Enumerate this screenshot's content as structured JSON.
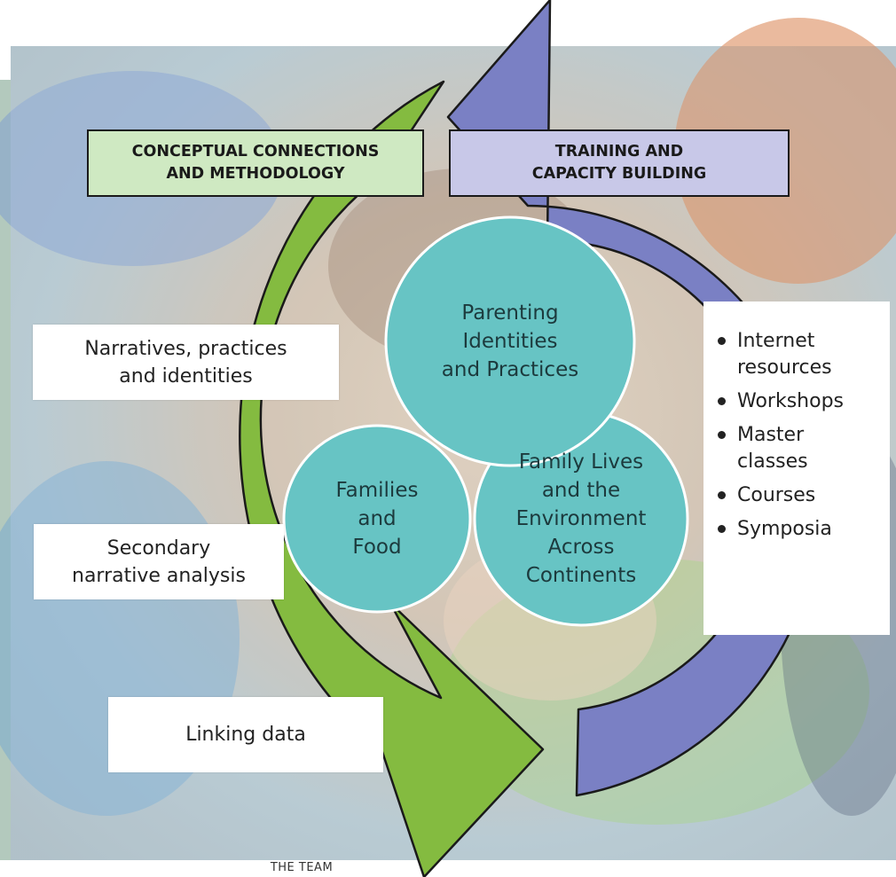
{
  "headers": {
    "left": "CONCEPTUAL CONNECTIONS\nAND METHODOLOGY",
    "right": "TRAINING AND\nCAPACITY BUILDING"
  },
  "left_boxes": {
    "narratives": "Narratives, practices\nand identities",
    "secondary": "Secondary\nnarrative analysis",
    "linking": "Linking data"
  },
  "circles": {
    "parenting": "Parenting\nIdentities\nand Practices",
    "families": "Families\nand\nFood",
    "family_lives": "Family Lives\nand the\nEnvironment\nAcross\nContinents"
  },
  "outputs": [
    "Internet\nresources",
    "Workshops",
    "Master\nclasses",
    "Courses",
    "Symposia"
  ],
  "footer": "THE TEAM",
  "colors": {
    "green_arrow": "#84bb40",
    "blue_arrow": "#7a80c4",
    "circle_fill": "#67c4c4",
    "header_left_bg": "#cfe9c2",
    "header_right_bg": "#c8c8e8",
    "photo_bg": "#b9cdd2",
    "left_stripe": "#b3c9bd"
  },
  "icons": {
    "background_photo": "children-lying-in-circle-photo"
  }
}
